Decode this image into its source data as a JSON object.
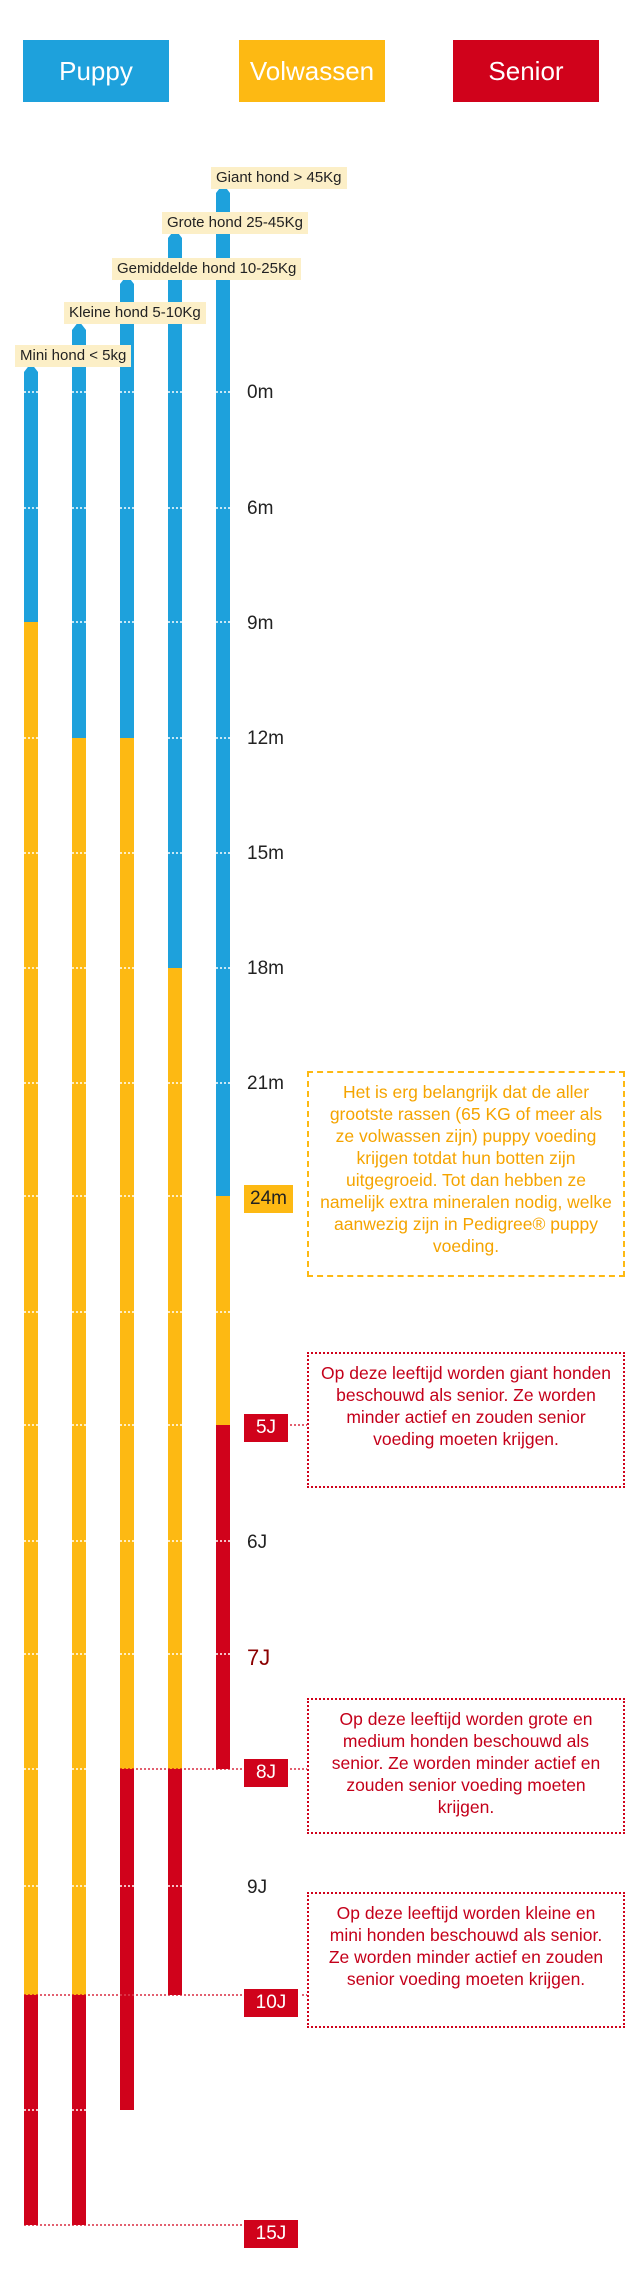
{
  "legend": [
    {
      "label": "Puppy",
      "color": "#1ea1dc"
    },
    {
      "label": "Volwassen",
      "color": "#fdb913"
    },
    {
      "label": "Senior",
      "color": "#d0021b"
    }
  ],
  "colors": {
    "puppy": "#1ea1dc",
    "adult": "#fdb913",
    "senior": "#d0021b",
    "label_bg": "#fcefc7",
    "age_senior_text": "#8b0000"
  },
  "bars": [
    {
      "label": "Mini hond < 5kg",
      "puppy_end": "9m",
      "adult_end": "10J",
      "senior_end": "15J"
    },
    {
      "label": "Kleine hond 5-10Kg",
      "puppy_end": "12m",
      "adult_end": "10J",
      "senior_end": "15J"
    },
    {
      "label": "Gemiddelde hond 10-25Kg",
      "puppy_end": "12m",
      "adult_end": "8J",
      "senior_end": "10J+"
    },
    {
      "label": "Grote hond 25-45Kg",
      "puppy_end": "18m",
      "adult_end": "8J",
      "senior_end": "10J"
    },
    {
      "label": "Giant hond > 45Kg",
      "puppy_end": "24m",
      "adult_end": "5J",
      "senior_end": "8J"
    }
  ],
  "ages": [
    {
      "label": "0m",
      "style": "plain"
    },
    {
      "label": "6m",
      "style": "plain"
    },
    {
      "label": "9m",
      "style": "plain"
    },
    {
      "label": "12m",
      "style": "plain"
    },
    {
      "label": "15m",
      "style": "plain"
    },
    {
      "label": "18m",
      "style": "plain"
    },
    {
      "label": "21m",
      "style": "plain"
    },
    {
      "label": "24m",
      "style": "adult-box"
    },
    {
      "label": "5J",
      "style": "senior-box"
    },
    {
      "label": "6J",
      "style": "plain"
    },
    {
      "label": "7J",
      "style": "senior-text"
    },
    {
      "label": "8J",
      "style": "senior-box"
    },
    {
      "label": "9J",
      "style": "plain"
    },
    {
      "label": "10J",
      "style": "senior-box"
    },
    {
      "label": "15J",
      "style": "senior-box"
    }
  ],
  "notes": [
    {
      "text": "Het is erg belangrijk dat de aller grootste rassen (65 KG of meer als ze volwassen zijn) puppy voeding krijgen totdat hun botten zijn uitgegroeid. Tot dan hebben ze namelijk extra mineralen nodig, welke aanwezig zijn in Pedigree® puppy voeding.",
      "color": "#fdb913"
    },
    {
      "text": "Op deze leeftijd worden giant honden beschouwd als senior. Ze worden minder actief en zouden senior voeding moeten krijgen.",
      "color": "#d0021b"
    },
    {
      "text": "Op deze leeftijd worden grote en medium honden beschouwd als senior. Ze worden minder actief en zouden senior voeding moeten krijgen.",
      "color": "#d0021b"
    },
    {
      "text": "Op deze leeftijd worden kleine en mini honden beschouwd als senior. Ze worden minder actief en zouden senior voeding moeten krijgen.",
      "color": "#d0021b"
    }
  ]
}
